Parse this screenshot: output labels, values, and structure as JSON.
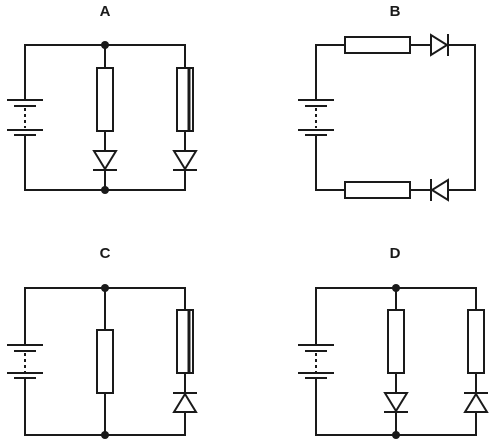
{
  "circuits": [
    {
      "id": "A",
      "label": "A"
    },
    {
      "id": "B",
      "label": "B"
    },
    {
      "id": "C",
      "label": "C"
    },
    {
      "id": "D",
      "label": "D"
    }
  ]
}
